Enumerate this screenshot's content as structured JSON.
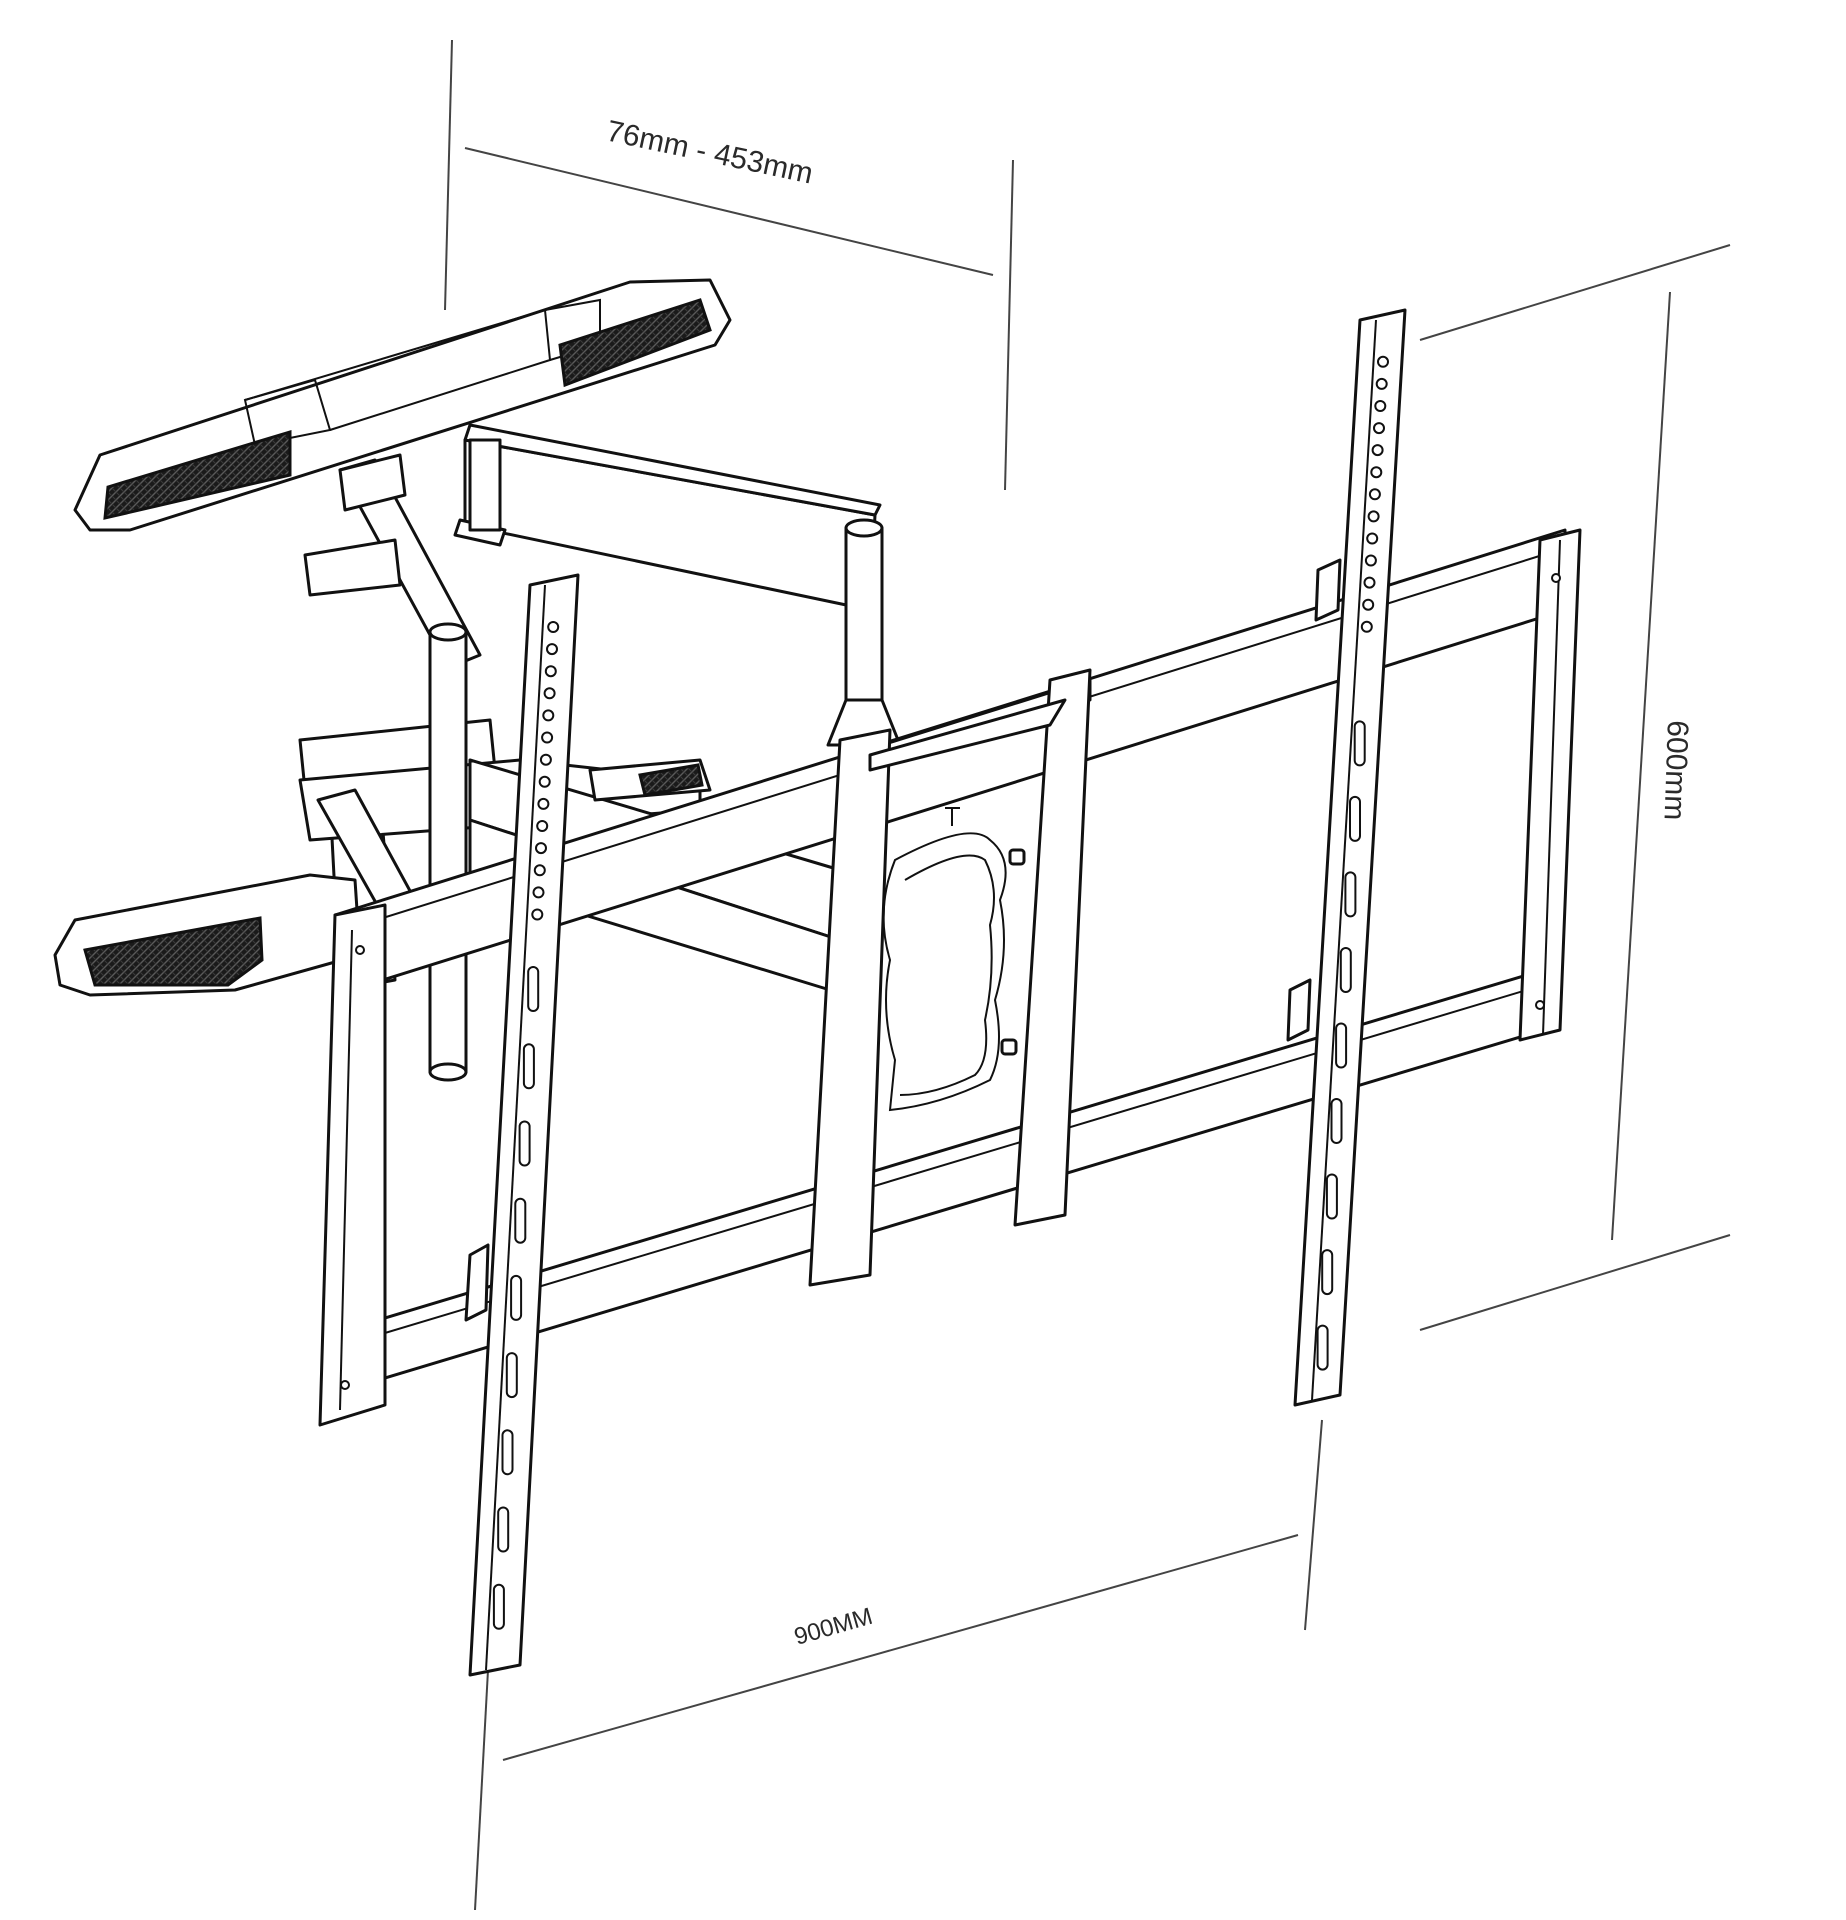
{
  "dimensions": {
    "arm_extension": "76mm - 453mm",
    "vertical": "600mm",
    "horizontal": "900MM"
  },
  "colors": {
    "line": "#111111",
    "dimension_line": "#444444",
    "label": "#2a2a2a",
    "background": "#ffffff"
  }
}
